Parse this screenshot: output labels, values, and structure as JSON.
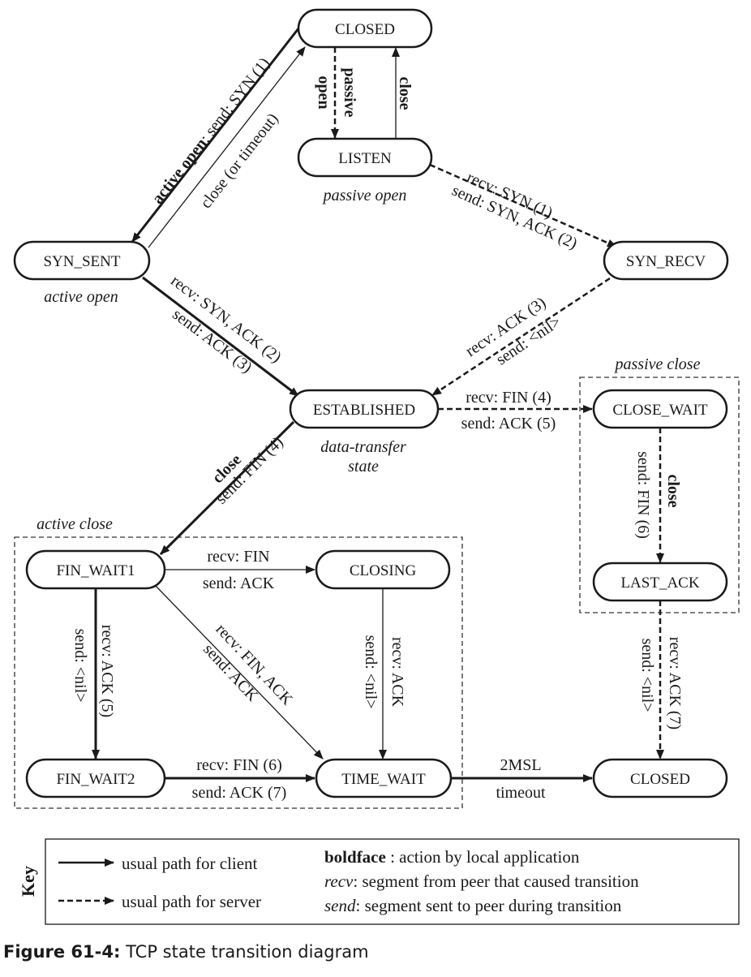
{
  "states": {
    "closed_top": "CLOSED",
    "listen": "LISTEN",
    "syn_sent": "SYN_SENT",
    "syn_recv": "SYN_RECV",
    "established": "ESTABLISHED",
    "close_wait": "CLOSE_WAIT",
    "last_ack": "LAST_ACK",
    "fin_wait1": "FIN_WAIT1",
    "closing": "CLOSING",
    "fin_wait2": "FIN_WAIT2",
    "time_wait": "TIME_WAIT",
    "closed_bottom": "CLOSED"
  },
  "notes": {
    "passive_open": "passive open",
    "active_open": "active open",
    "data_transfer_1": "data-transfer",
    "data_transfer_2": "state",
    "passive_close": "passive close",
    "active_close": "active close"
  },
  "edges": {
    "active_open_bold": "active open",
    "active_open_rest": "; send: SYN (1)",
    "close_timeout": "close (or timeout)",
    "passive_open_1": "passive",
    "passive_open_2": "open",
    "listen_close": "close",
    "listen_recv": "recv: SYN (1)",
    "listen_send": "send: SYN, ACK (2)",
    "synsent_recv": "recv: SYN, ACK (2)",
    "synsent_send": "send: ACK (3)",
    "synrecv_recv": "recv: ACK (3)",
    "synrecv_send": "send: <nil>",
    "est_recv": "recv: FIN (4)",
    "est_send": "send: ACK (5)",
    "est_close": "close",
    "est_send_fin": "send: FIN (4)",
    "cw_close": "close",
    "cw_send": "send: FIN (6)",
    "la_recv": "recv: ACK (7)",
    "la_send": "send: <nil>",
    "fw1_recv": "recv: FIN",
    "fw1_send": "send: ACK",
    "fw1_diag_recv": "recv: FIN, ACK",
    "fw1_diag_send": "send: ACK",
    "fw1_down_recv": "recv: ACK (5)",
    "fw1_down_send": "send: <nil>",
    "closing_recv": "recv: ACK",
    "closing_send": "send: <nil>",
    "fw2_recv": "recv: FIN (6)",
    "fw2_send": "send: ACK (7)",
    "tw_1": "2MSL",
    "tw_2": "timeout"
  },
  "key": {
    "title": "Key",
    "client": "usual path for client",
    "server": "usual path for server",
    "bold_term": "boldface",
    "bold_desc": " : action by local application",
    "recv_term": "recv",
    "recv_desc": ": segment from peer that caused transition",
    "send_term": "send",
    "send_desc": ": segment sent to peer during transition"
  },
  "caption": {
    "label": "Figure 61-4:",
    "text": " TCP state transition diagram"
  }
}
